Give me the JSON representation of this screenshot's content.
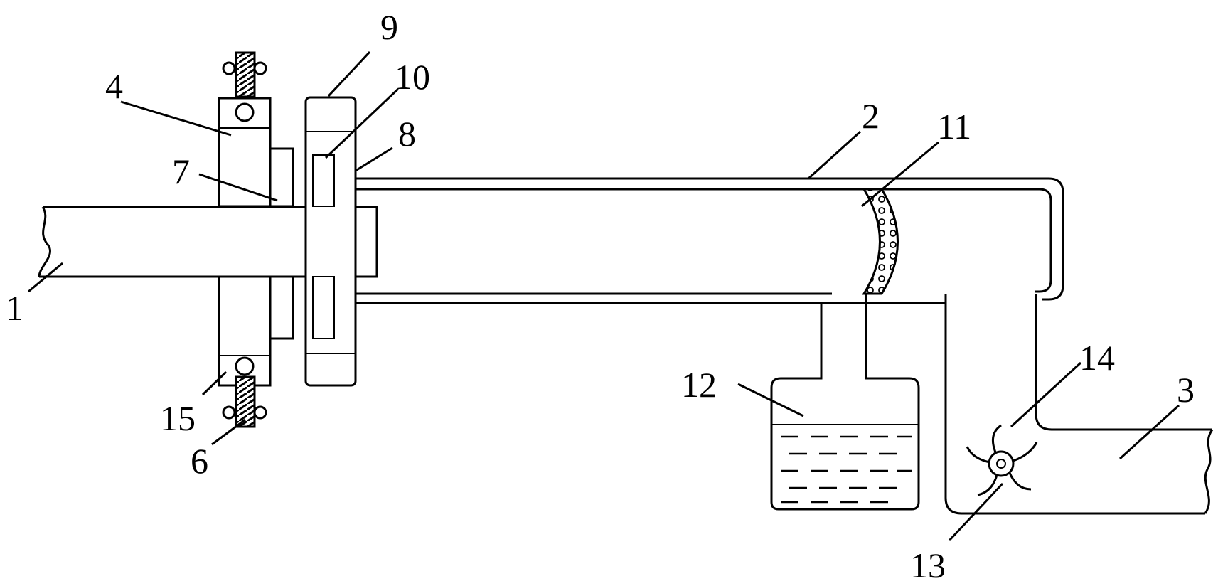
{
  "diagram": {
    "labels": [
      {
        "id": "1",
        "text": "1"
      },
      {
        "id": "2",
        "text": "2"
      },
      {
        "id": "3",
        "text": "3"
      },
      {
        "id": "4",
        "text": "4"
      },
      {
        "id": "6",
        "text": "6"
      },
      {
        "id": "7",
        "text": "7"
      },
      {
        "id": "8",
        "text": "8"
      },
      {
        "id": "9",
        "text": "9"
      },
      {
        "id": "10",
        "text": "10"
      },
      {
        "id": "11",
        "text": "11"
      },
      {
        "id": "12",
        "text": "12"
      },
      {
        "id": "13",
        "text": "13"
      },
      {
        "id": "14",
        "text": "14"
      },
      {
        "id": "15",
        "text": "15"
      }
    ]
  }
}
